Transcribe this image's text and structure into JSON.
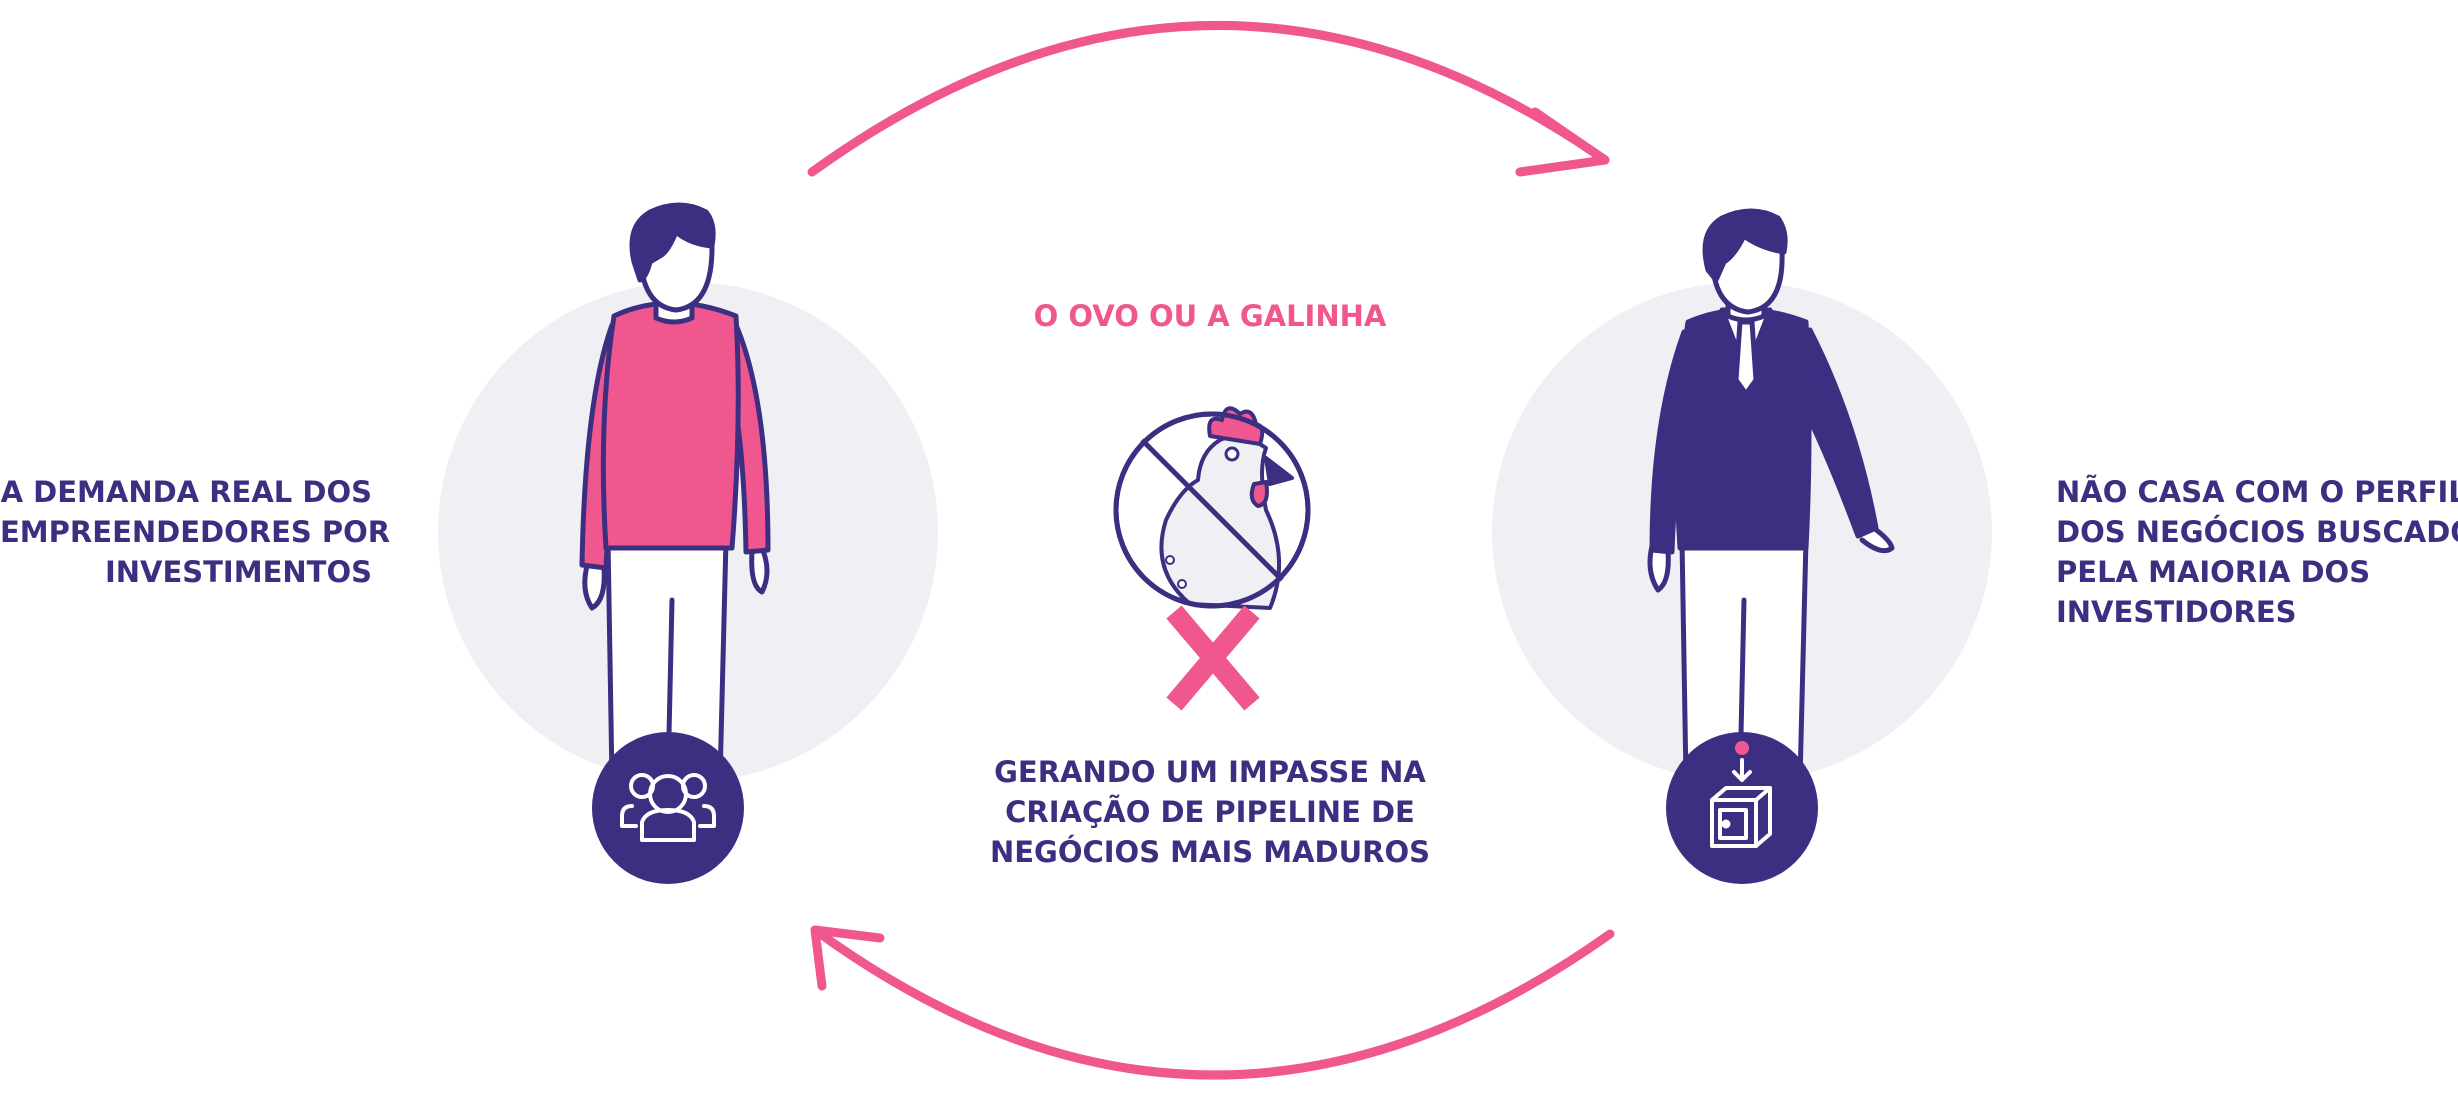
{
  "center_title": "O OVO OU A GALINHA",
  "center_caption": [
    "GERANDO UM IMPASSE NA",
    "CRIAÇÃO DE PIPELINE DE",
    "NEGÓCIOS MAIS MADUROS"
  ],
  "left_label": [
    "A DEMANDA REAL DOS",
    "EMPREENDEDORES POR",
    "INVESTIMENTOS"
  ],
  "right_label": [
    "NÃO CASA COM O PERFIL",
    "DOS NEGÓCIOS BUSCADO",
    "PELA MAIORIA DOS",
    "INVESTIDORES"
  ],
  "icons": {
    "left_badge": "people-group-icon",
    "right_badge": "safe-box-icon",
    "center": "no-chicken-icon",
    "x_mark": "x-mark-icon"
  },
  "colors": {
    "navy": "#3c2f82",
    "pink": "#f0578e",
    "circle_bg": "#eef0f4",
    "white": "#ffffff"
  }
}
